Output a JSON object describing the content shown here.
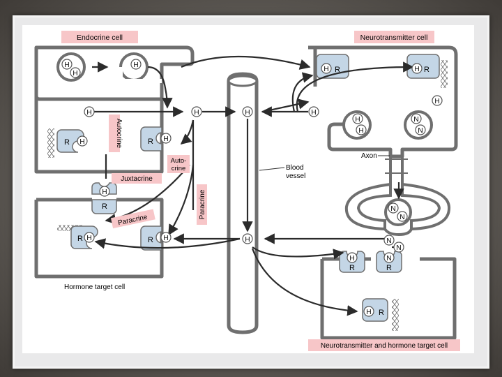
{
  "labels": {
    "endocrine_cell": "Endocrine cell",
    "neurotransmitter_cell": "Neurotransmitter cell",
    "hormone_target_cell": "Hormone target cell",
    "nt_hormone_target_cell": "Neurotransmitter and hormone target cell",
    "autocrine_vertical": "Autocrine",
    "autocrine_line1": "Auto-",
    "autocrine_line2": "crine",
    "juxtacrine": "Juxtacrine",
    "paracrine_slanted": "Paracrine",
    "paracrine_vertical": "Paracrine",
    "axon": "Axon",
    "blood_vessel_line1": "Blood",
    "blood_vessel_line2": "vessel"
  },
  "symbols": {
    "hormone": "H",
    "receptor": "R",
    "neurotransmitter": "N"
  },
  "colors": {
    "cell_outline": "#6f6f6f",
    "receptor_fill": "#c4d6e6",
    "label_fill": "#f7c6c8",
    "arrow": "#2b2b2b",
    "frame": "#e9e9ea"
  }
}
